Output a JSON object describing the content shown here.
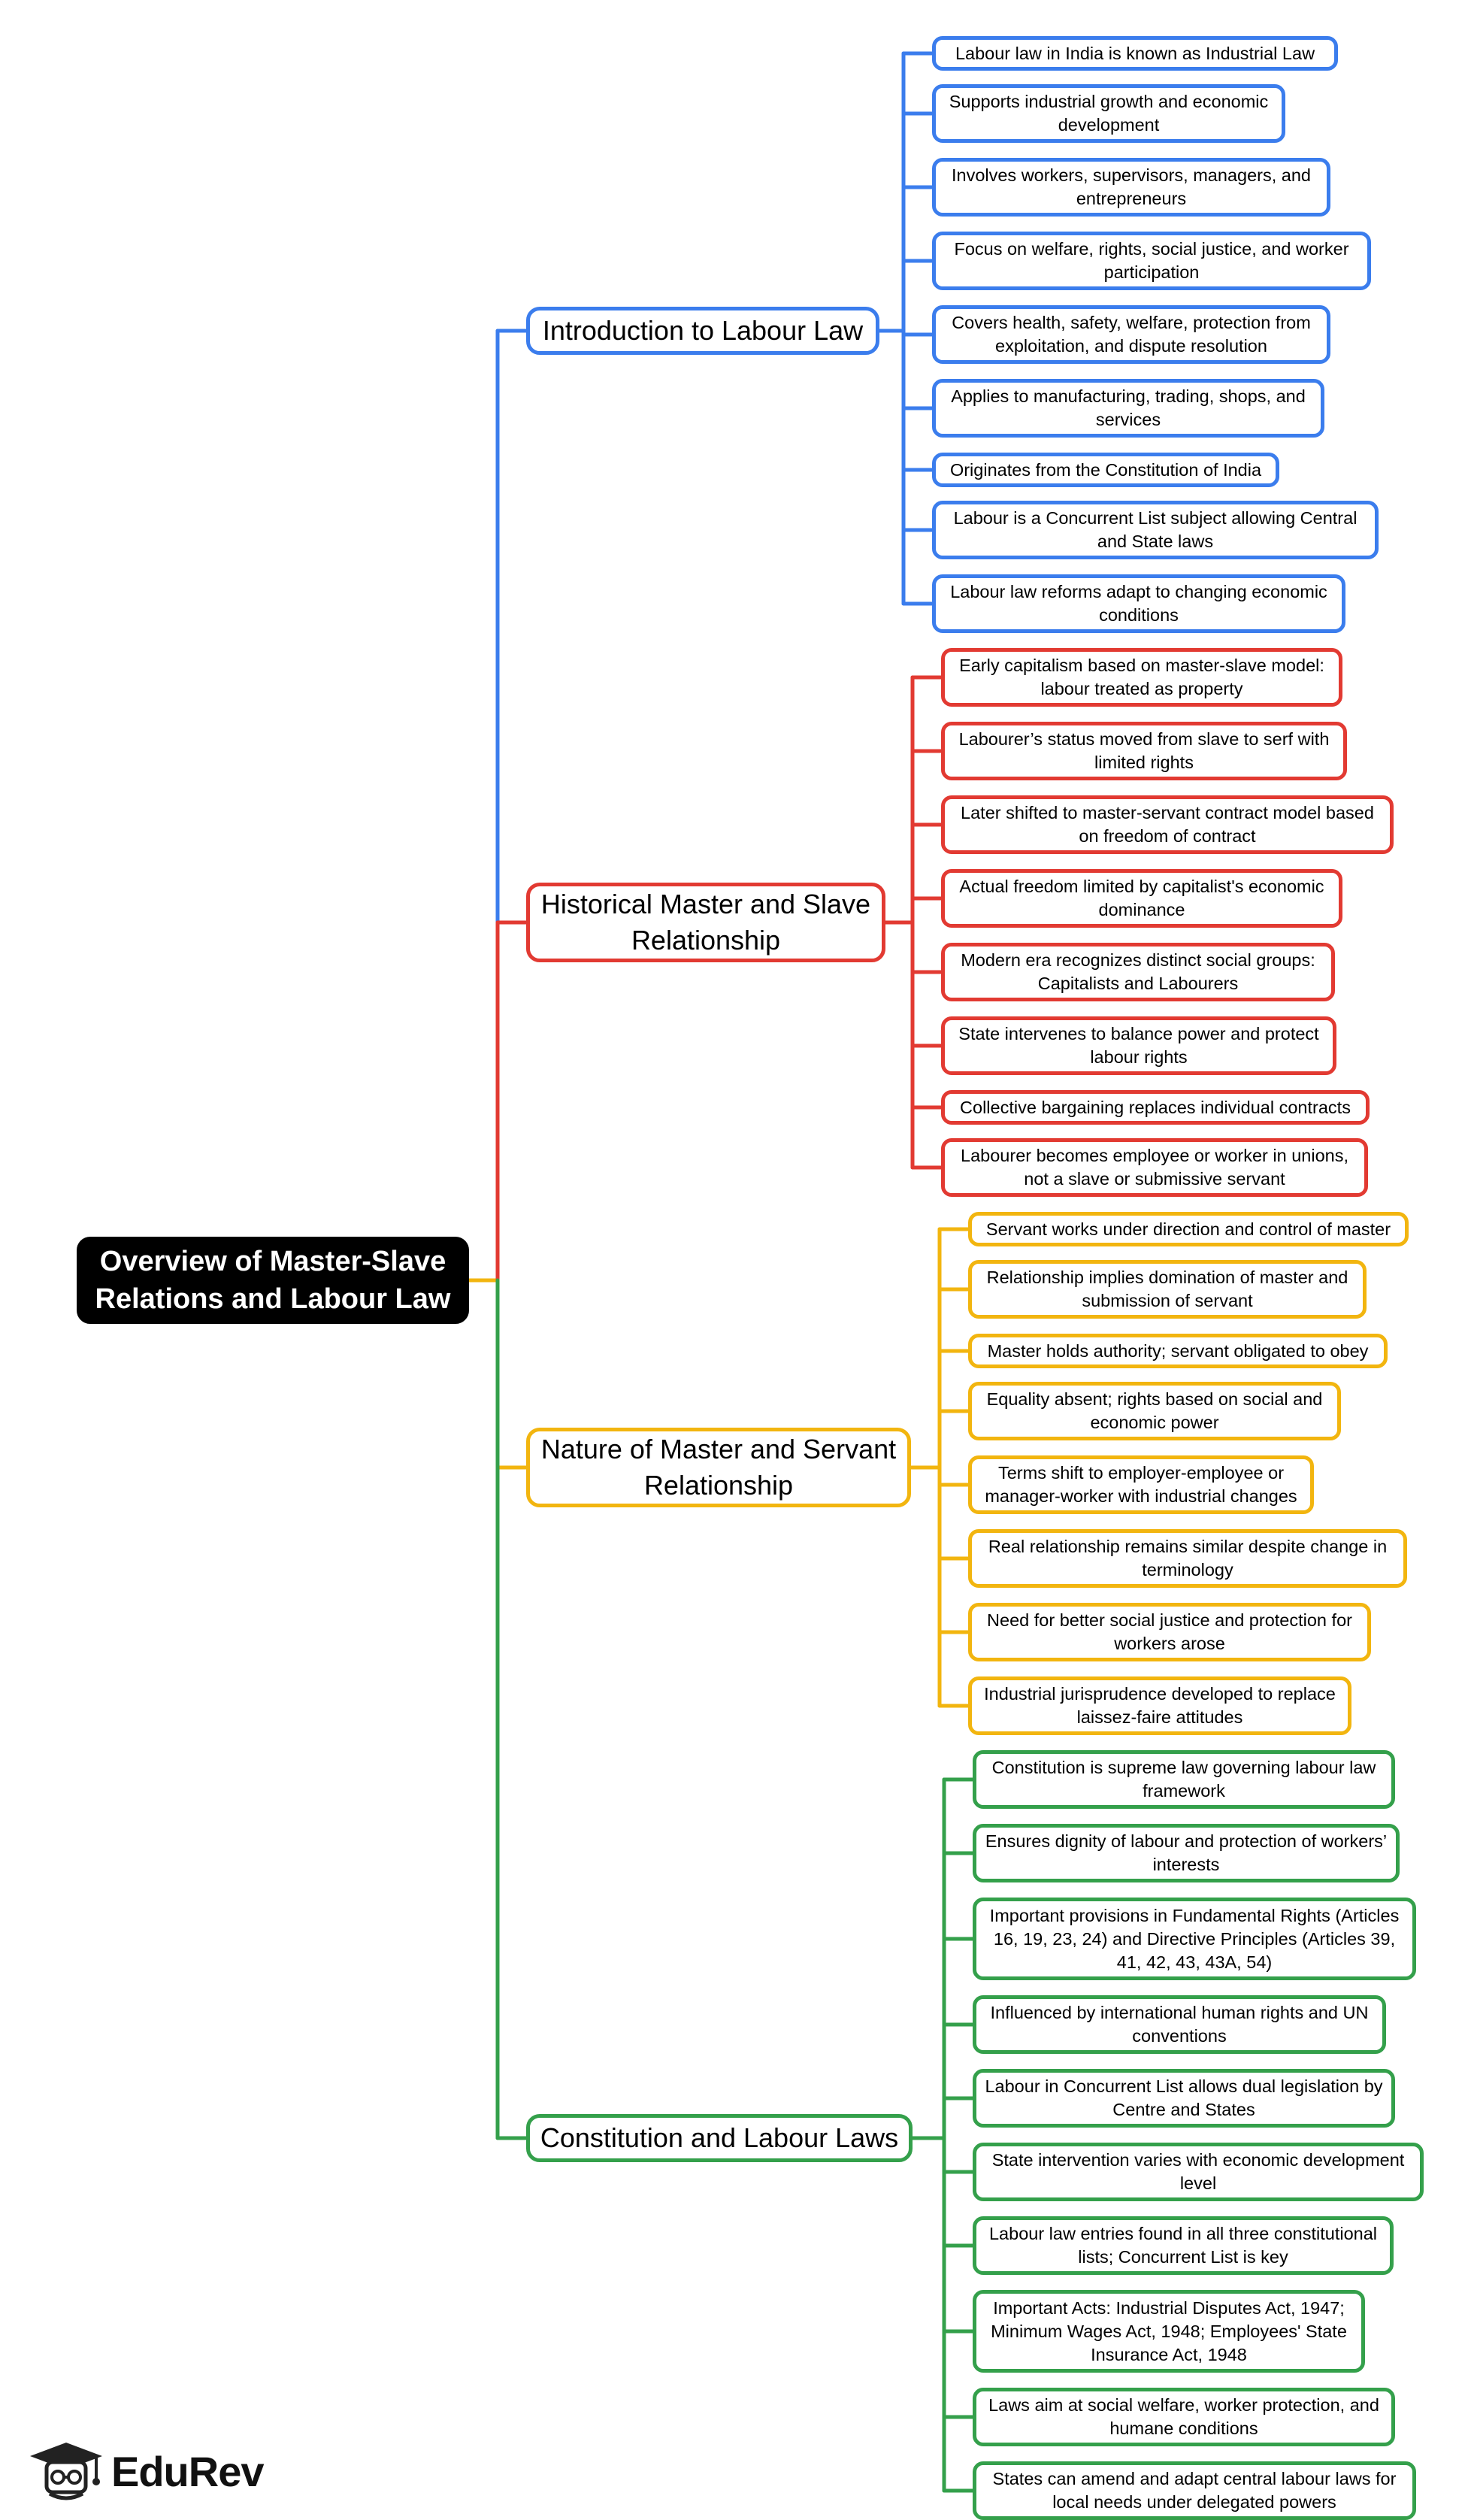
{
  "root": {
    "label": "Overview of Master-Slave Relations and Labour Law"
  },
  "branches": [
    {
      "label": "Introduction to Labour Law",
      "color": "#3b7ded",
      "items": [
        "Labour law in India is known as Industrial Law",
        "Supports industrial growth and economic development",
        "Involves workers, supervisors, managers, and entrepreneurs",
        "Focus on welfare, rights, social justice, and worker participation",
        "Covers health, safety, welfare, protection from exploitation, and dispute resolution",
        "Applies to manufacturing, trading, shops, and services",
        "Originates from the Constitution of India",
        "Labour is a Concurrent List subject allowing Central and State laws",
        "Labour law reforms adapt to changing economic conditions"
      ]
    },
    {
      "label": "Historical Master and Slave Relationship",
      "color": "#e23a32",
      "items": [
        "Early capitalism based on master-slave model: labour treated as property",
        "Labourer’s status moved from slave to serf with limited rights",
        "Later shifted to master-servant contract model based on freedom of contract",
        "Actual freedom limited by capitalist's economic dominance",
        "Modern era recognizes distinct social groups: Capitalists and Labourers",
        "State intervenes to balance power and protect labour rights",
        "Collective bargaining replaces individual contracts",
        "Labourer becomes employee or worker in unions, not a slave or submissive servant"
      ]
    },
    {
      "label": "Nature of Master and Servant Relationship",
      "color": "#f2b50f",
      "items": [
        "Servant works under direction and control of master",
        "Relationship implies domination of master and submission of servant",
        "Master holds authority; servant obligated to obey",
        "Equality absent; rights based on social and economic power",
        "Terms shift to employer-employee or manager-worker with industrial changes",
        "Real relationship remains similar despite change in terminology",
        "Need for better social justice and protection for workers arose",
        "Industrial jurisprudence developed to replace laissez-faire attitudes"
      ]
    },
    {
      "label": "Constitution and Labour Laws",
      "color": "#34a04b",
      "items": [
        "Constitution is supreme law governing labour law framework",
        "Ensures dignity of labour and protection of workers’ interests",
        "Important provisions in Fundamental Rights (Articles 16, 19, 23, 24) and Directive Principles (Articles 39, 41, 42, 43, 43A, 54)",
        "Influenced by international human rights and UN conventions",
        "Labour in Concurrent List allows dual legislation by Centre and States",
        "State intervention varies with economic development level",
        "Labour law entries found in all three constitutional lists; Concurrent List is key",
        "Important Acts: Industrial Disputes Act, 1947; Minimum Wages Act, 1948; Employees' State Insurance Act, 1948",
        "Laws aim at social welfare, worker protection, and humane conditions",
        "States can amend and adapt central labour laws for local needs under delegated powers"
      ]
    }
  ],
  "logo": {
    "text": "EduRev",
    "icon": "graduation-cap-icon"
  }
}
